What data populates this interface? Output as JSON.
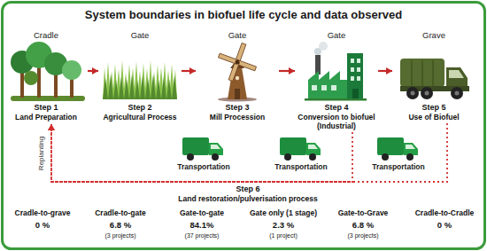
{
  "diagram": {
    "title": "System boundaries in biofuel life cycle and data observed",
    "nodes": [
      {
        "text": [
          "Cradle",
          "Step 1",
          "Land Preparation"
        ]
      },
      {
        "text": [
          "Gate",
          "Step 2",
          "Agricultural Process"
        ]
      },
      {
        "text": [
          "Gate",
          "Step 3",
          "Mill Procession"
        ]
      },
      {
        "text": [
          "Gate",
          "Step 4",
          "Conversion to biofuel (Industrial)"
        ]
      },
      {
        "text": [
          "Grave",
          "Step 5",
          "Use of Biofuel"
        ]
      }
    ],
    "edges": [
      {
        "from": 0,
        "to": 1,
        "arrow": "to"
      },
      {
        "from": 1,
        "to": 2,
        "arrow": "to"
      },
      {
        "from": 2,
        "to": 3,
        "arrow": "to"
      },
      {
        "from": 3,
        "to": 4,
        "arrow": "to"
      },
      {
        "from": 3,
        "to": 0,
        "arrow": "to"
      },
      {
        "from": 4,
        "to": 0,
        "arrow": "to",
        "label": "Replanting"
      }
    ],
    "labels": [
      "Transportation",
      "Transportation",
      "Transportation",
      "Step 6",
      "Land restoration/pulverisation process",
      "Cradle-to-grave",
      "0 %",
      "Cradle-to-gate",
      "6.8 %",
      "(3 projects)",
      "Gate-to-gate",
      "84.1%",
      "(37 projects)",
      "Gate only (1 stage)",
      "2.3 %",
      "(1 project)",
      "Gate-to-Grave",
      "6.8 %",
      "(3 projects)",
      "Cradle-to-Cradle",
      "0 %"
    ]
  }
}
